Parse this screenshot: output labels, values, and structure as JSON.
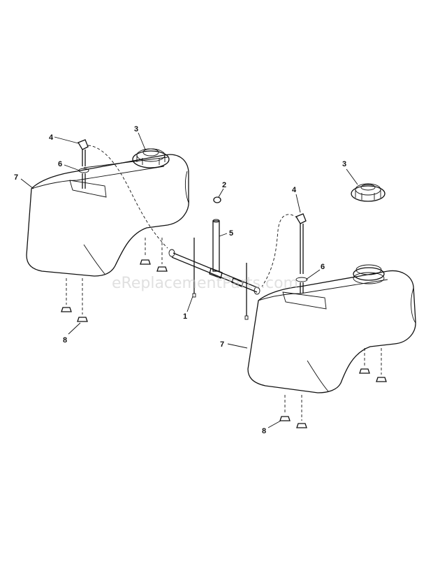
{
  "watermark": "eReplacementParts.com",
  "callouts": {
    "c1": "1",
    "c2": "2",
    "c3_left": "3",
    "c3_right": "3",
    "c4_left": "4",
    "c4_right": "4",
    "c5": "5",
    "c6_left": "6",
    "c6_right": "6",
    "c7_left": "7",
    "c7_right": "7",
    "c8_left": "8",
    "c8_right": "8"
  }
}
